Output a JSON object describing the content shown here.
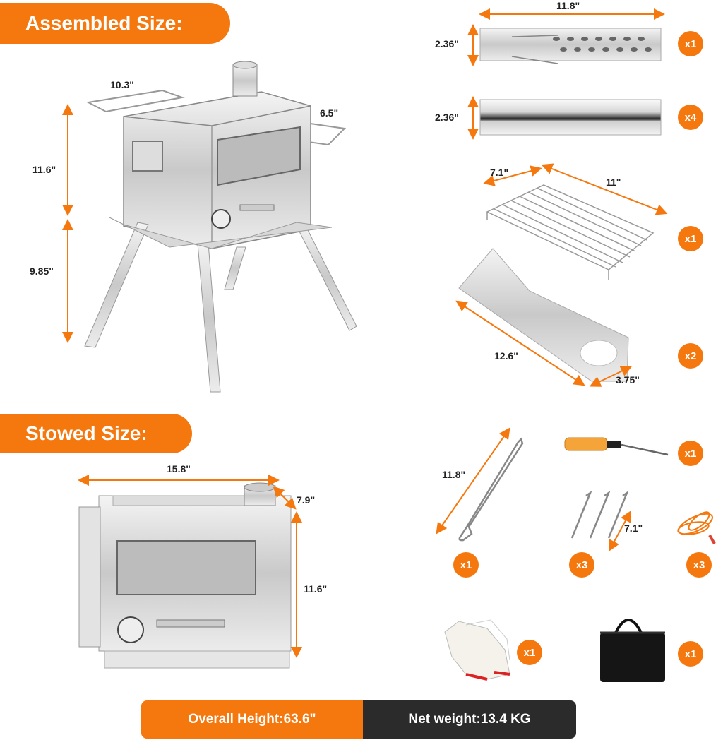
{
  "sections": {
    "assembled": "Assembled Size:",
    "stowed": "Stowed Size:"
  },
  "assembled_dims": {
    "width": "10.3\"",
    "depth": "6.5\"",
    "body_height": "11.6\"",
    "leg_height": "9.85\""
  },
  "stowed_dims": {
    "width": "15.8\"",
    "depth": "7.9\"",
    "height": "11.6\""
  },
  "parts": {
    "pipe_length": "11.8\"",
    "pipe_perforated_dia": "2.36\"",
    "pipe_perforated_qty": "x1",
    "pipe_dia": "2.36\"",
    "pipe_qty": "x4",
    "grill_depth": "7.1\"",
    "grill_width": "11\"",
    "grill_qty": "x1",
    "shelf_length": "12.6\"",
    "shelf_width": "3.75\"",
    "shelf_qty": "x2",
    "hook_length": "11.8\"",
    "hook_qty": "x1",
    "screwdriver_qty": "x1",
    "stake_length": "7.1\"",
    "stake_qty": "x3",
    "rope_qty": "x3",
    "gloves_qty": "x1",
    "bag_qty": "x1"
  },
  "footer": {
    "overall_height": "Overall Height:63.6\"",
    "net_weight": "Net weight:13.4 KG"
  },
  "colors": {
    "accent": "#f5780f",
    "dark": "#2b2b2b"
  }
}
